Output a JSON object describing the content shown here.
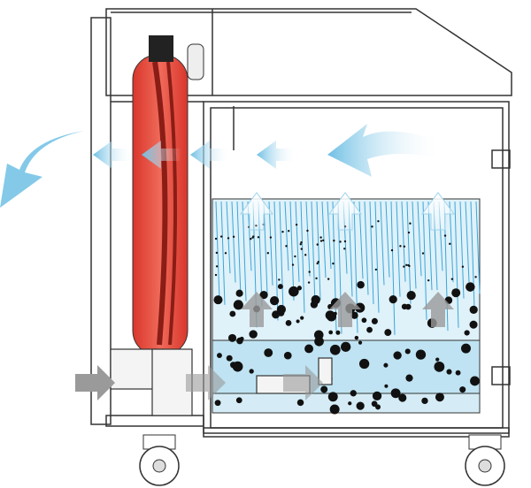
{
  "diagram": {
    "colors": {
      "outline": "#333333",
      "cylinder": "#e0463a",
      "cylinder_light": "#f07a6a",
      "tank_water": "#bfe3f2",
      "tank_streak": "#3aa6d8",
      "airflow_arrow": "#7cc4e6",
      "inflow_arrow": "#9a9a9a",
      "particles": "#111111"
    },
    "icons": [
      "airflow-arrow",
      "inflow-arrow",
      "caster-wheel",
      "particle"
    ]
  }
}
